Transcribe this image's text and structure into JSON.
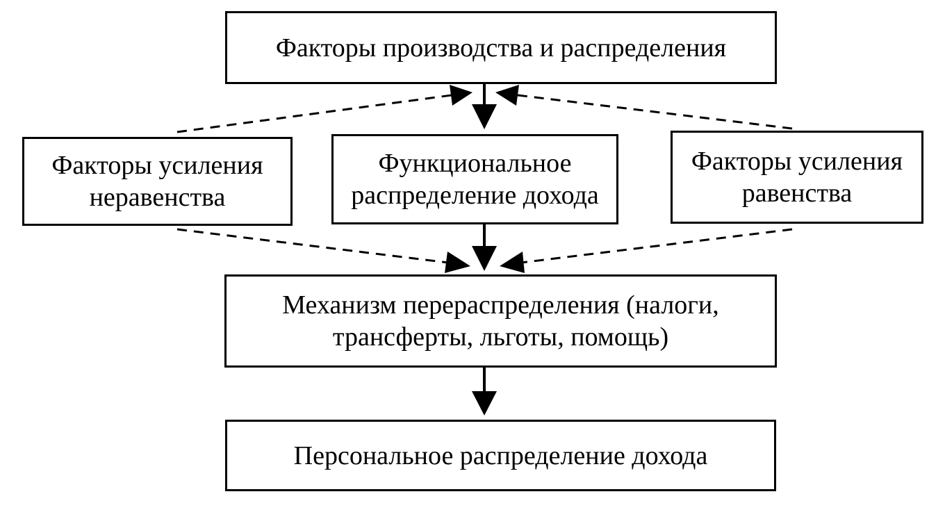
{
  "boxes": {
    "top": {
      "label": "Факторы производства и распределения"
    },
    "inequality": {
      "line1": "Факторы усиления",
      "line2": "неравенства"
    },
    "functional": {
      "line1": "Функциональное",
      "line2": "распределение дохода"
    },
    "equality": {
      "line1": "Факторы усиления",
      "line2": "равенства"
    },
    "redistribution": {
      "line1": "Механизм перераспределения (налоги,",
      "line2": "трансферты, льготы, помощь)"
    },
    "personal": {
      "label": "Персональное распределение дохода"
    }
  },
  "connectors": {
    "solid": [
      "top-to-functional",
      "functional-to-redistribution",
      "redistribution-to-personal"
    ],
    "dashed": [
      "inequality-to-top",
      "equality-to-top",
      "inequality-to-redistribution",
      "equality-to-redistribution"
    ]
  },
  "colors": {
    "stroke": "#000000",
    "background": "#ffffff"
  }
}
